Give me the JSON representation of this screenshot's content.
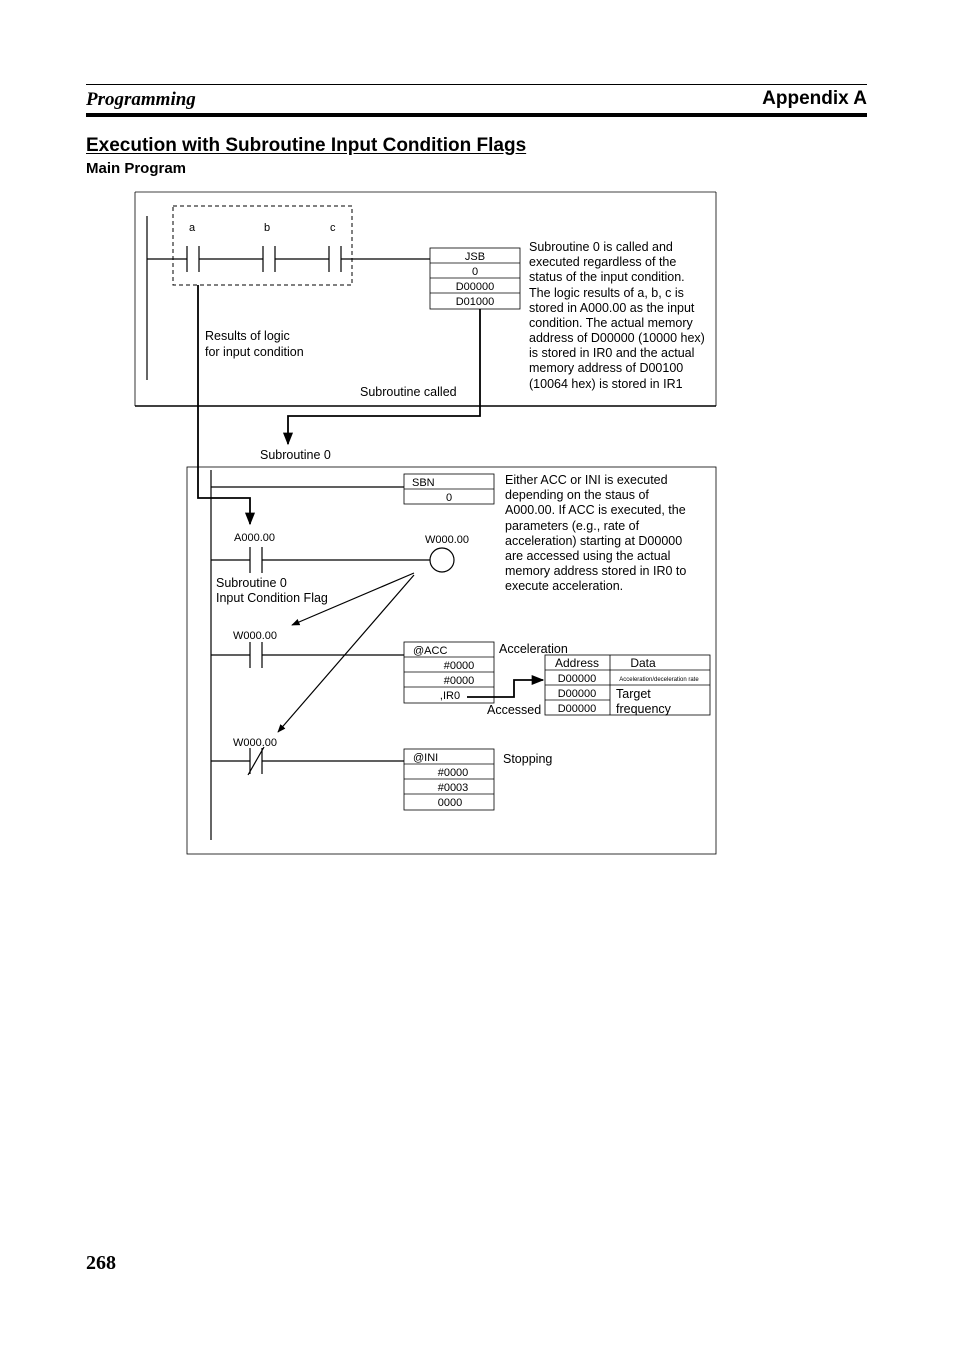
{
  "header": {
    "section": "Programming",
    "appendix": "Appendix A"
  },
  "title": "Execution with Subroutine Input Condition Flags",
  "subtitle": "Main Program",
  "page_number": "268",
  "main_program": {
    "contacts": [
      "a",
      "b",
      "c"
    ],
    "jsb_block": [
      "JSB",
      "0",
      "D00000",
      "D01000"
    ],
    "logic_note": [
      "Results of logic",
      "for input condition"
    ],
    "called_label": "Subroutine called",
    "description": [
      "Subroutine 0 is called and",
      "executed regardless of the",
      "status of the input condition.",
      "The logic results of a, b, c is",
      "stored in A000.00 as the input",
      "condition. The actual memory",
      "address of D00000 (10000 hex)",
      "is stored in IR0 and the  actual",
      "memory address of D00100",
      "(10064 hex) is stored in IR1"
    ]
  },
  "subroutine": {
    "label": "Subroutine 0",
    "sbn_block": [
      "SBN",
      "0"
    ],
    "flag_contact": "A000.00",
    "output_coil": "W000.00",
    "flag_note": [
      "Subroutine 0",
      "Input Condition Flag"
    ],
    "acc_contact": "W000.00",
    "acc_block": [
      "@ACC",
      "#0000",
      "#0000",
      ",IR0"
    ],
    "acc_label": "Acceleration",
    "accessed_label": "Accessed",
    "ini_contact": "W000.00",
    "ini_block": [
      "@INI",
      "#0000",
      "#0003",
      "0000"
    ],
    "ini_label": "Stopping",
    "data_table": {
      "headers": [
        "Address",
        "Data"
      ],
      "rows": [
        [
          "D00000",
          "Acceleration/deceleration rate"
        ],
        [
          "D00000",
          "Target"
        ],
        [
          "D00000",
          "frequency"
        ]
      ]
    },
    "description": [
      "Either ACC or INI is executed",
      "depending on the staus of",
      "A000.00. If ACC is executed, the",
      "parameters (e.g., rate of",
      "acceleration) starting at D00000",
      "are accessed using the actual",
      "memory address stored in IR0 to",
      "execute acceleration."
    ]
  }
}
